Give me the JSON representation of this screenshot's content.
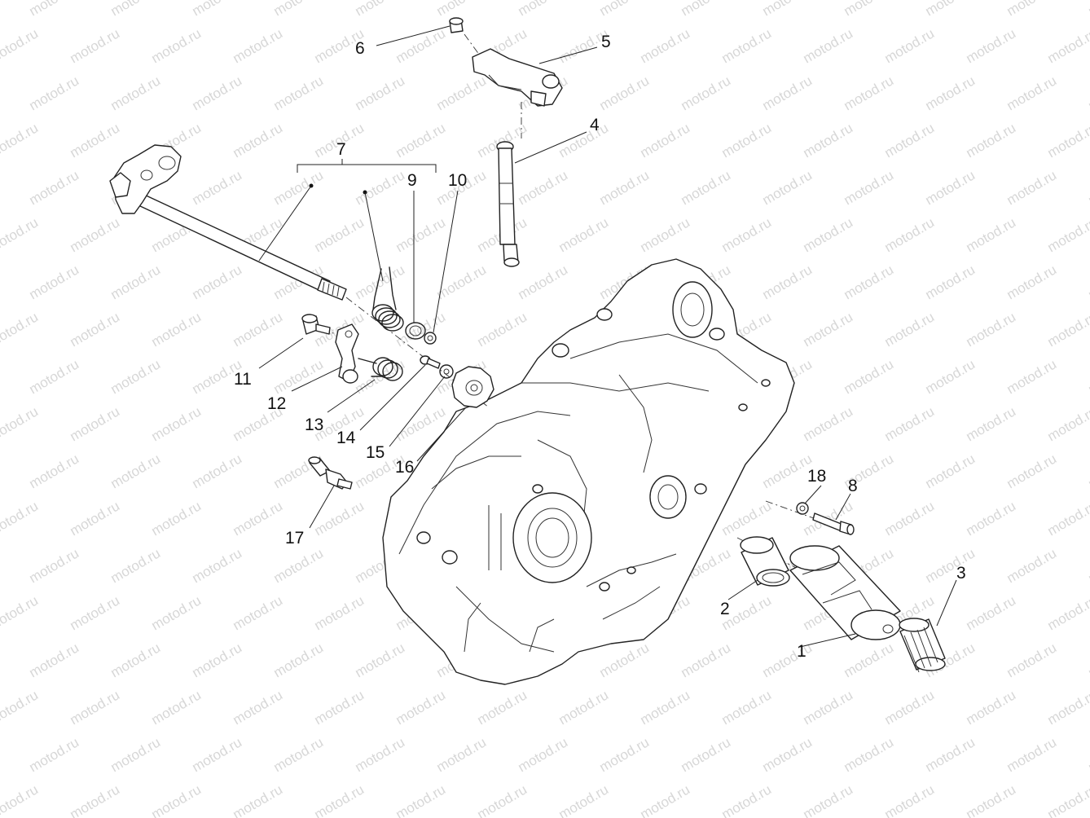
{
  "watermark": {
    "text": "motod.ru",
    "color": "#d7d7d7"
  },
  "callouts": [
    {
      "id": "1",
      "label": "1"
    },
    {
      "id": "2",
      "label": "2"
    },
    {
      "id": "3",
      "label": "3"
    },
    {
      "id": "4",
      "label": "4"
    },
    {
      "id": "5",
      "label": "5"
    },
    {
      "id": "6",
      "label": "6"
    },
    {
      "id": "7",
      "label": "7"
    },
    {
      "id": "8",
      "label": "8"
    },
    {
      "id": "9",
      "label": "9"
    },
    {
      "id": "10",
      "label": "10"
    },
    {
      "id": "11",
      "label": "11"
    },
    {
      "id": "12",
      "label": "12"
    },
    {
      "id": "13",
      "label": "13"
    },
    {
      "id": "14",
      "label": "14"
    },
    {
      "id": "15",
      "label": "15"
    },
    {
      "id": "16",
      "label": "16"
    },
    {
      "id": "17",
      "label": "17"
    },
    {
      "id": "18",
      "label": "18"
    }
  ]
}
